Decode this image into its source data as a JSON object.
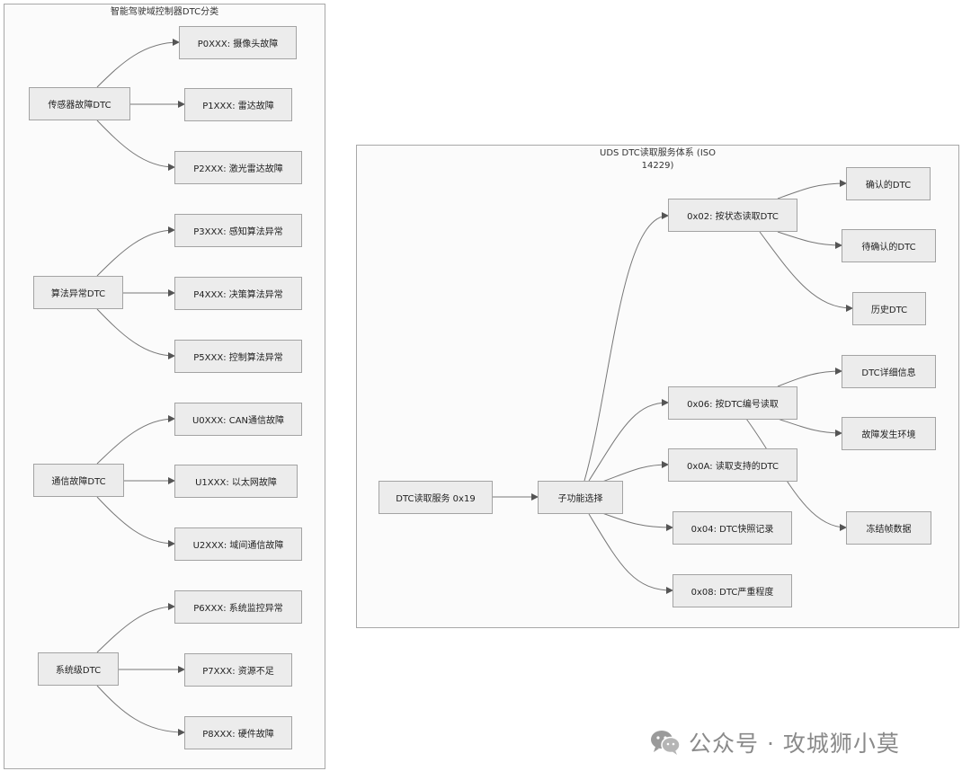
{
  "left_cluster": {
    "title": "智能驾驶域控制器DTC分类",
    "groups": [
      {
        "label": "传感器故障DTC",
        "children": [
          "P0XXX: 摄像头故障",
          "P1XXX: 雷达故障",
          "P2XXX: 激光雷达故障"
        ]
      },
      {
        "label": "算法异常DTC",
        "children": [
          "P3XXX: 感知算法异常",
          "P4XXX: 决策算法异常",
          "P5XXX: 控制算法异常"
        ]
      },
      {
        "label": "通信故障DTC",
        "children": [
          "U0XXX: CAN通信故障",
          "U1XXX: 以太网故障",
          "U2XXX: 域间通信故障"
        ]
      },
      {
        "label": "系统级DTC",
        "children": [
          "P6XXX: 系统监控异常",
          "P7XXX: 资源不足",
          "P8XXX: 硬件故障"
        ]
      }
    ]
  },
  "right_cluster": {
    "title_line1": "UDS DTC读取服务体系 (ISO",
    "title_line2": "14229)",
    "root": "DTC读取服务 0x19",
    "selector": "子功能选择",
    "subfunctions": {
      "s02": "0x02: 按状态读取DTC",
      "s06": "0x06: 按DTC编号读取",
      "s0a": "0x0A: 读取支持的DTC",
      "s04": "0x04: DTC快照记录",
      "s08": "0x08: DTC严重程度"
    },
    "details": {
      "confirmed": "确认的DTC",
      "pending": "待确认的DTC",
      "history": "历史DTC",
      "detail_info": "DTC详细信息",
      "env": "故障发生环境",
      "freeze": "冻结帧数据"
    }
  },
  "watermark": {
    "text": "公众号 · 攻城狮小莫",
    "icon": "wechat-icon"
  },
  "colors": {
    "node_fill": "#ececec",
    "node_border": "#a3a3a3",
    "edge": "#555555",
    "cluster_border": "#a8a8a8"
  }
}
